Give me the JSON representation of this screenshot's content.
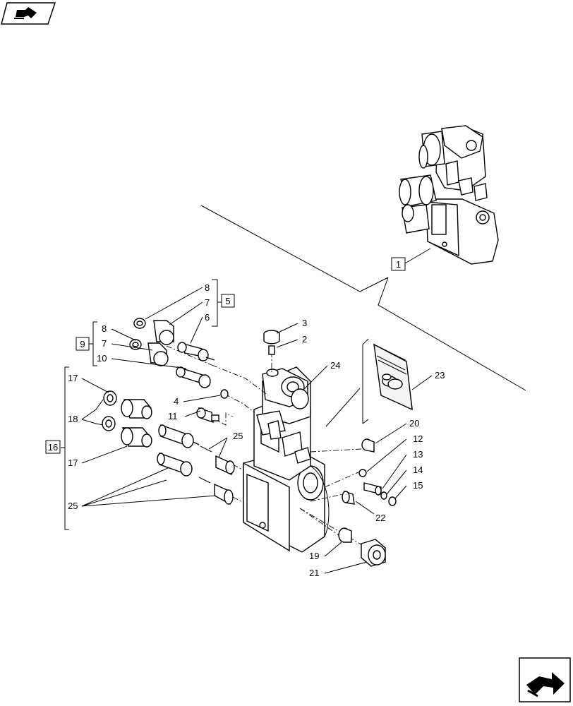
{
  "callouts": {
    "c1": "1",
    "c2": "2",
    "c3": "3",
    "c4": "4",
    "c5": "5",
    "c6": "6",
    "c7a": "7",
    "c7b": "7",
    "c8a": "8",
    "c8b": "8",
    "c9": "9",
    "c10": "10",
    "c11": "11",
    "c12": "12",
    "c13": "13",
    "c14": "14",
    "c15": "15",
    "c16": "16",
    "c17a": "17",
    "c17b": "17",
    "c18": "18",
    "c19": "19",
    "c20": "20",
    "c21": "21",
    "c22": "22",
    "c23": "23",
    "c24": "24",
    "c25a": "25",
    "c25b": "25"
  },
  "icons": {
    "top_left": "book-with-arrow-icon",
    "bottom_right": "next-page-arrow-icon"
  }
}
